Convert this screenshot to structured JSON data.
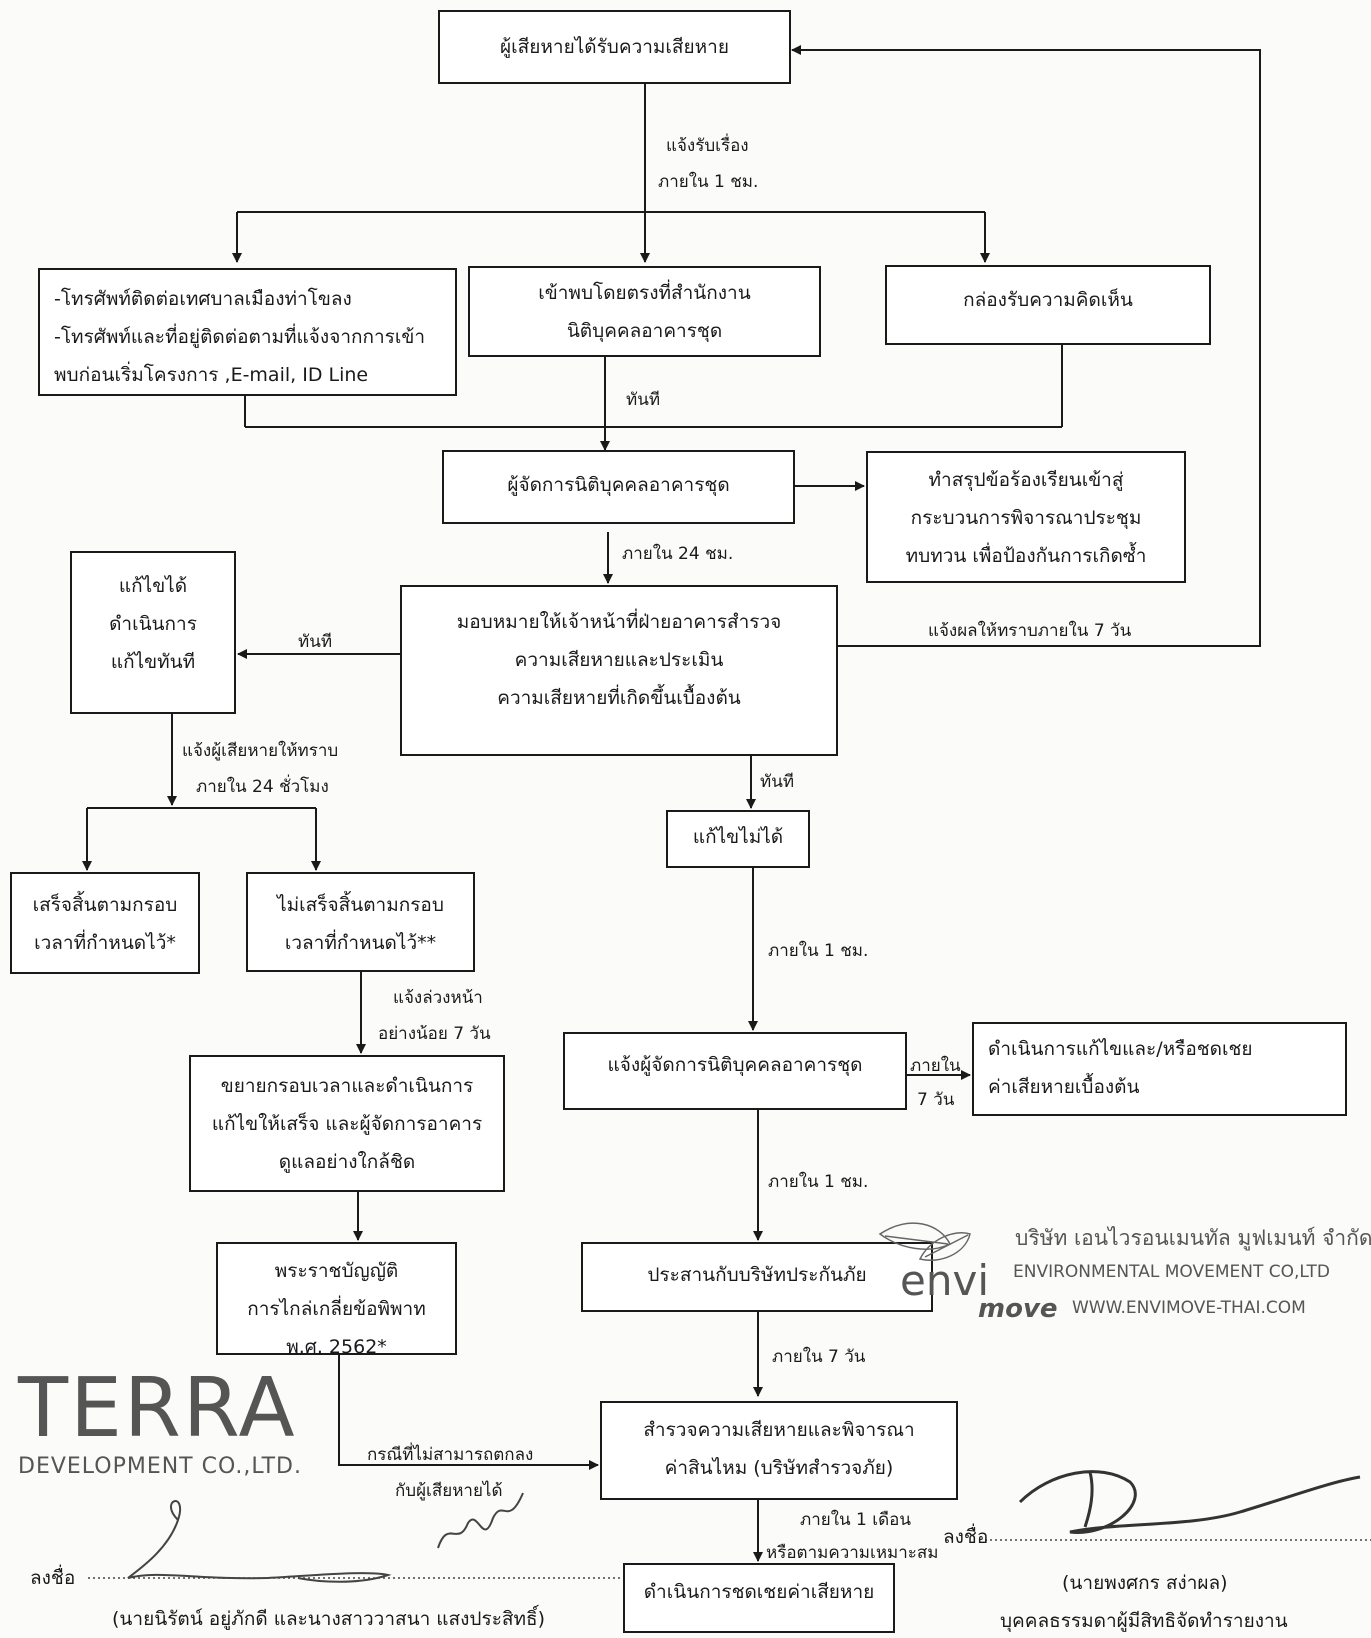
{
  "nodes": {
    "victim": [
      "ผู้เสียหายได้รับความเสียหาย"
    ],
    "phone": [
      "-โทรศัพท์ติดต่อเทศบาลเมืองท่าโขลง",
      "-โทรศัพท์และที่อยู่ติดต่อตามที่แจ้งจากการเข้า",
      "พบก่อนเริ่มโครงการ ,E-mail, ID Line"
    ],
    "office": [
      "เข้าพบโดยตรงที่สำนักงาน",
      "นิติบุคคลอาคารชุด"
    ],
    "commentbox": [
      "กล่องรับความคิดเห็น"
    ],
    "manager": [
      "ผู้จัดการนิติบุคคลอาคารชุด"
    ],
    "summary": [
      "ทำสรุปข้อร้องเรียนเข้าสู่",
      "กระบวนการพิจารณาประชุม",
      "ทบทวน เพื่อป้องกันการเกิดซ้ำ"
    ],
    "assign": [
      "มอบหมายให้เจ้าหน้าที่ฝ่ายอาคารสำรวจ",
      "ความเสียหายและประเมิน",
      "ความเสียหายที่เกิดขึ้นเบื้องต้น"
    ],
    "fixable": [
      "แก้ไขได้",
      "ดำเนินการ",
      "แก้ไขทันที"
    ],
    "unfixable": [
      "แก้ไขไม่ได้"
    ],
    "done": [
      "เสร็จสิ้นตามกรอบ",
      "เวลาที่กำหนดไว้*"
    ],
    "notdone": [
      "ไม่เสร็จสิ้นตามกรอบ",
      "เวลาที่กำหนดไว้**"
    ],
    "extend": [
      "ขยายกรอบเวลาและดำเนินการ",
      "แก้ไขให้เสร็จ และผู้จัดการอาคาร",
      "ดูแลอย่างใกล้ชิด"
    ],
    "act": [
      "พระราชบัญญัติ",
      "การไกล่เกลี่ยข้อพิพาท",
      "พ.ศ.  2562*"
    ],
    "notify_mgr": [
      "แจ้งผู้จัดการนิติบุคคลอาคารชุด"
    ],
    "remedy": [
      "ดำเนินการแก้ไขและ/หรือชดเชย",
      "ค่าเสียหายเบื้องต้น"
    ],
    "insurance": [
      "ประสานกับบริษัทประกันภัย"
    ],
    "survey": [
      "สำรวจความเสียหายและพิจารณา",
      "ค่าสินไหม  (บริษัทสำรวจภัย)"
    ],
    "compensate": [
      "ดำเนินการชดเชยค่าเสียหาย"
    ]
  },
  "edge_labels": {
    "report1": "แจ้งรับเรื่อง",
    "report2": "ภายใน 1 ชม.",
    "immediate_mgr": "ทันที",
    "within24": "ภายใน 24 ชม.",
    "immediate_fix": "ทันที",
    "notify7": "แจ้งผลให้ทราบภายใน 7 วัน",
    "notify_victim1": "แจ้งผู้เสียหายให้ทราบ",
    "notify_victim2": "ภายใน 24 ชั่วโมง",
    "immediate_unfix": "ทันที",
    "within1h_a": "ภายใน 1 ชม.",
    "advance1": "แจ้งล่วงหน้า",
    "advance2": "อย่างน้อย 7 วัน",
    "within7_a1": "ภายใน",
    "within7_a2": "7 วัน",
    "within1h_b": "ภายใน 1 ชม.",
    "within7_b": "ภายใน 7 วัน",
    "nosettle1": "กรณีที่ไม่สามารถตกลง",
    "nosettle2": "กับผู้เสียหายได้",
    "month1": "ภายใน 1 เดือน",
    "month2": "หรือตามความเหมาะสม"
  },
  "footer": {
    "terra_name": "TERRA",
    "terra_sub": "DEVELOPMENT CO.,LTD.",
    "sign_left_prefix": "ลงชื่อ",
    "sign_left_name": "(นายนิรัตน์ อยู่ภักดี และนางสาววาสนา แสงประสิทธิ์)",
    "envi_thai": "บริษัท เอนไวรอนเมนทัล มูฟเมนท์ จำกัด",
    "envi_eng": "ENVIRONMENTAL MOVEMENT CO,LTD",
    "envi_logo_a": "envi",
    "envi_logo_b": "move",
    "envi_web": "WWW.ENVIMOVE-THAI.COM",
    "sign_right_prefix": "ลงชื่อ",
    "sign_right_name": "(นายพงศกร  สง่าผล)",
    "sign_right_role": "บุคคลธรรมดาผู้มีสิทธิจัดทำรายงาน"
  },
  "colors": {
    "ink": "#1a1a1a",
    "logo_gray": "#555555",
    "paper": "#fbfbf9"
  }
}
